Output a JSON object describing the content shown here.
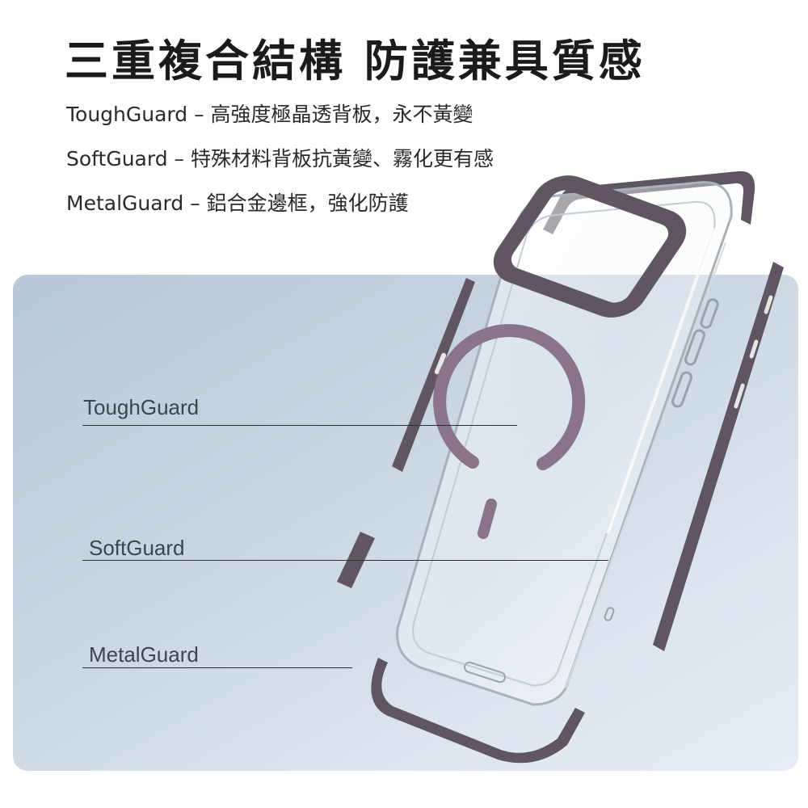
{
  "headline": "三重複合結構 防護兼具質感",
  "features": [
    {
      "text": "ToughGuard – 高強度極晶透背板，永不黃變"
    },
    {
      "text": "SoftGuard – 特殊材料背板抗黃變、霧化更有感"
    },
    {
      "text": "MetalGuard – 鋁合金邊框，強化防護"
    }
  ],
  "layers": [
    {
      "name": "ToughGuard"
    },
    {
      "name": "SoftGuard"
    },
    {
      "name": "MetalGuard"
    }
  ],
  "colors": {
    "frame": "#5f5662",
    "magsafe_ring": "#8a748a",
    "panel_light": "#e6ecf3",
    "panel_dark": "#b9c8d6"
  }
}
